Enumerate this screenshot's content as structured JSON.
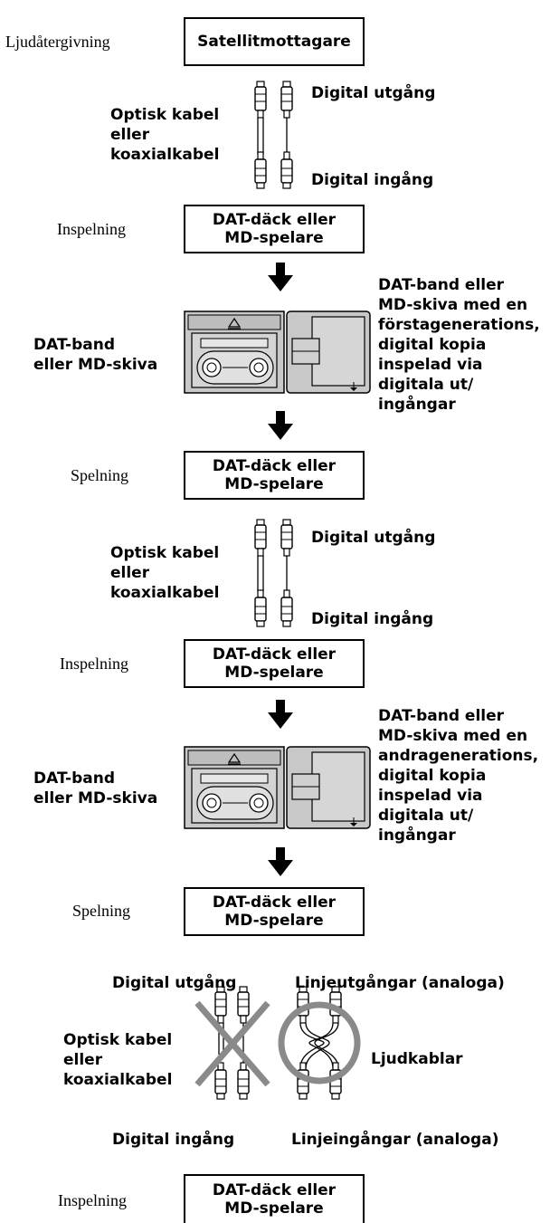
{
  "source": {
    "label": "Ljudåtergivning",
    "device": "Satellitmottagare"
  },
  "link1": {
    "cable": "Optisk kabel\neller\nkoaxialkabel",
    "output": "Digital utgång",
    "input": "Digital ingång"
  },
  "stage1": {
    "label": "Inspelning",
    "device": "DAT-däck eller\nMD-spelare"
  },
  "media1": {
    "left": "DAT-band\neller MD-skiva",
    "right": "DAT-band eller\nMD-skiva med en\nförstagenerations,\ndigital kopia\ninspelad via\ndigitala ut/\ningångar"
  },
  "stage2": {
    "label": "Spelning",
    "device": "DAT-däck eller\nMD-spelare"
  },
  "link2": {
    "cable": "Optisk kabel\neller\nkoaxialkabel",
    "output": "Digital utgång",
    "input": "Digital ingång"
  },
  "stage3": {
    "label": "Inspelning",
    "device": "DAT-däck eller\nMD-spelare"
  },
  "media2": {
    "left": "DAT-band\neller MD-skiva",
    "right": "DAT-band eller\nMD-skiva med en\nandragenerations,\ndigital kopia\ninspelad via\ndigitala ut/\ningångar"
  },
  "stage4": {
    "label": "Spelning",
    "device": "DAT-däck eller\nMD-spelare"
  },
  "link3": {
    "digital_out": "Digital utgång",
    "analog_out": "Linjeutgångar (analoga)",
    "cable": "Optisk kabel\neller\nkoaxialkabel",
    "audio_cables": "Ljudkablar",
    "digital_in": "Digital ingång",
    "analog_in": "Linjeingångar (analoga)"
  },
  "stage5": {
    "label": "Inspelning",
    "device": "DAT-däck eller\nMD-spelare"
  },
  "colors": {
    "cross": "#8a8a8a",
    "media_fill": "#c8c8c8",
    "ink": "#000000"
  }
}
